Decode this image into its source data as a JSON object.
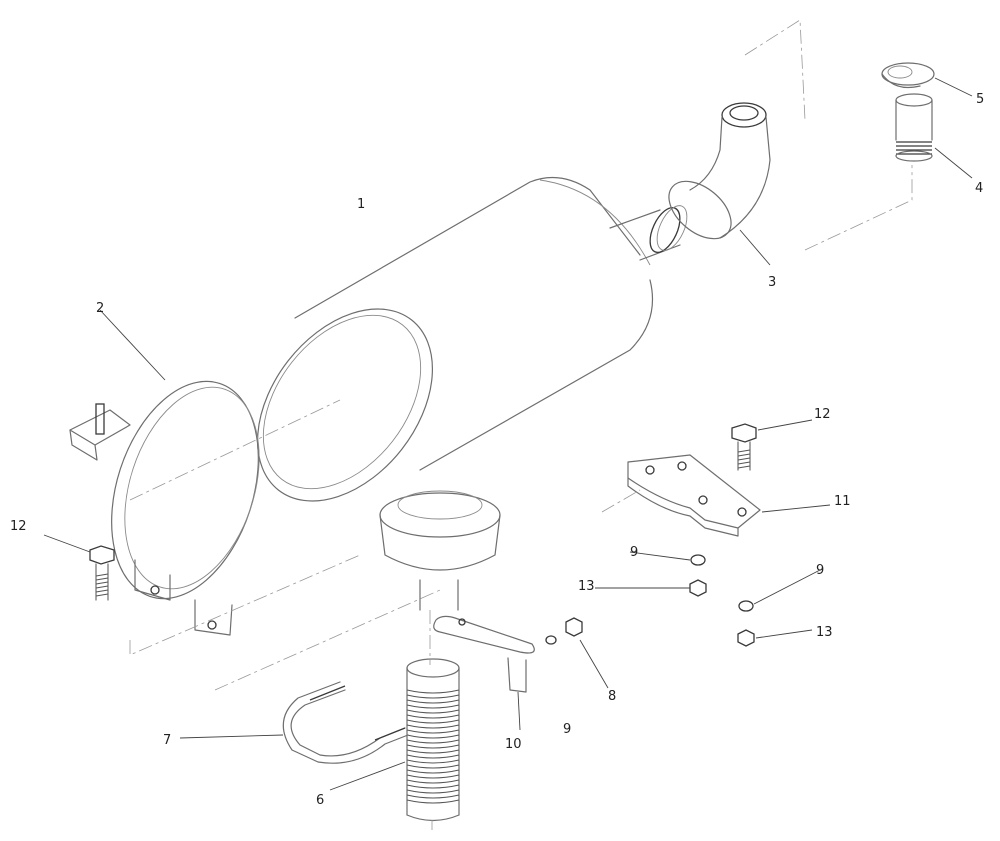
{
  "callouts": [
    {
      "id": "c1",
      "text": "1"
    },
    {
      "id": "c2",
      "text": "2"
    },
    {
      "id": "c3",
      "text": "3"
    },
    {
      "id": "c4",
      "text": "4"
    },
    {
      "id": "c5",
      "text": "5"
    },
    {
      "id": "c6",
      "text": "6"
    },
    {
      "id": "c7",
      "text": "7"
    },
    {
      "id": "c8",
      "text": "8"
    },
    {
      "id": "c9a",
      "text": "9"
    },
    {
      "id": "c9b",
      "text": "9"
    },
    {
      "id": "c9c",
      "text": "9"
    },
    {
      "id": "c10",
      "text": "10"
    },
    {
      "id": "c11",
      "text": "11"
    },
    {
      "id": "c12a",
      "text": "12"
    },
    {
      "id": "c12b",
      "text": "12"
    },
    {
      "id": "c13a",
      "text": "13"
    },
    {
      "id": "c13b",
      "text": "13"
    }
  ]
}
